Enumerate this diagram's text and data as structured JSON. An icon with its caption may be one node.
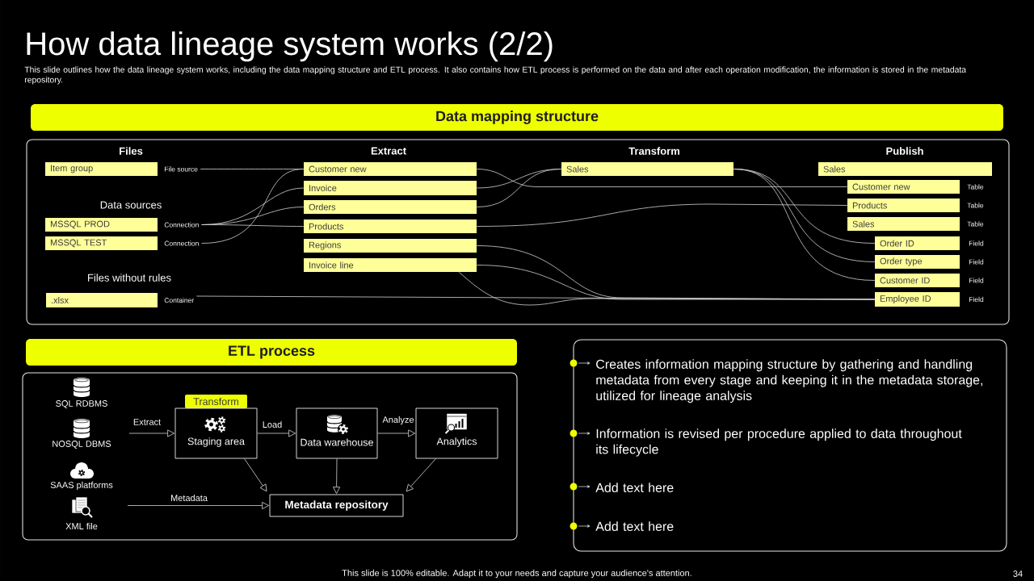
{
  "diagram": {
    "title": "How data lineage system works (2/2)",
    "nodes": [
      {
        "text": [
          "Data mapping structure"
        ]
      },
      {
        "text": [
          "Item group"
        ],
        "beside": [
          "File source"
        ],
        "in": 0
      },
      {
        "text": [
          "MSSQL PROD"
        ],
        "beside": [
          "Connection"
        ],
        "in": 0
      },
      {
        "text": [
          "MSSQL TEST"
        ],
        "beside": [
          "Connection"
        ],
        "in": 0
      },
      {
        "text": [
          ".xlsx"
        ],
        "beside": [
          "Container"
        ],
        "in": 0
      },
      {
        "text": [
          "Customer new"
        ],
        "in": 0
      },
      {
        "text": [
          "Invoice"
        ],
        "in": 0
      },
      {
        "text": [
          "Orders"
        ],
        "in": 0
      },
      {
        "text": [
          "Products"
        ],
        "in": 0
      },
      {
        "text": [
          "Regions"
        ],
        "in": 0
      },
      {
        "text": [
          "Invoice line"
        ],
        "in": 0
      },
      {
        "text": [
          "Sales"
        ],
        "in": 0
      },
      {
        "text": [
          "Sales"
        ],
        "in": 0
      },
      {
        "text": [
          "Customer new"
        ],
        "beside": [
          "Table"
        ],
        "in": 0
      },
      {
        "text": [
          "Products"
        ],
        "beside": [
          "Table"
        ],
        "in": 0
      },
      {
        "text": [
          "Sales"
        ],
        "beside": [
          "Table"
        ],
        "in": 0
      },
      {
        "text": [
          "Order ID"
        ],
        "beside": [
          "Field"
        ],
        "in": 0
      },
      {
        "text": [
          "Order type"
        ],
        "beside": [
          "Field"
        ],
        "in": 0
      },
      {
        "text": [
          "Customer ID"
        ],
        "beside": [
          "Field"
        ],
        "in": 0
      },
      {
        "text": [
          "Employee ID"
        ],
        "beside": [
          "Field"
        ],
        "in": 0
      },
      {
        "text": [
          "ETL process"
        ]
      },
      {
        "text": [
          "Transform"
        ],
        "in": 20
      },
      {
        "text": [
          "Staging area"
        ],
        "in": 20
      },
      {
        "text": [
          "Data warehouse"
        ],
        "in": 20
      },
      {
        "text": [
          "Analytics"
        ],
        "in": 20
      },
      {
        "text": [
          "Metadata repository"
        ],
        "in": 20
      }
    ],
    "edges": [
      {
        "from": 1,
        "to": 5,
        "arrow": "none"
      },
      {
        "from": 3,
        "to": 5,
        "arrow": "none"
      },
      {
        "from": 2,
        "to": 6,
        "arrow": "none"
      },
      {
        "from": 2,
        "to": 7,
        "arrow": "none"
      },
      {
        "from": 2,
        "to": 8,
        "arrow": "none"
      },
      {
        "from": 4,
        "to": 19,
        "arrow": "none"
      },
      {
        "from": 10,
        "to": 19,
        "arrow": "none"
      },
      {
        "from": 5,
        "to": 13,
        "arrow": "none"
      },
      {
        "from": 6,
        "to": 11,
        "arrow": "none"
      },
      {
        "from": 7,
        "to": 11,
        "arrow": "none"
      },
      {
        "from": 8,
        "to": 14,
        "arrow": "none"
      },
      {
        "from": 9,
        "to": 19,
        "arrow": "none"
      },
      {
        "from": 10,
        "to": 19,
        "arrow": "none"
      },
      {
        "from": 11,
        "to": 16,
        "arrow": "none"
      },
      {
        "from": 11,
        "to": 17,
        "arrow": "none"
      },
      {
        "from": 11,
        "to": 18,
        "arrow": "none"
      },
      {
        "from": null,
        "to": 22,
        "arrow": "to",
        "label": "Extract"
      },
      {
        "from": 22,
        "to": 23,
        "arrow": "to",
        "label": "Load"
      },
      {
        "from": 23,
        "to": 24,
        "arrow": "to",
        "label": "Analyze"
      },
      {
        "from": 22,
        "to": 25,
        "arrow": "to"
      },
      {
        "from": 23,
        "to": 25,
        "arrow": "to"
      },
      {
        "from": 24,
        "to": 25,
        "arrow": "to"
      },
      {
        "from": null,
        "to": 25,
        "arrow": "to",
        "label": "Metadata"
      }
    ],
    "labels": [
      "This slide outlines how the data lineage system works, including the data mapping structure and ETL process. It also contains how ETL process is performed on the data and after each operation modification, the information is stored in the metadata repository.",
      "Files",
      "Extract",
      "Transform",
      "Publish",
      "Data sources",
      "Files without rules",
      "SQL RDBMS",
      "NOSQL DBMS",
      "SAAS platforms",
      "XML file",
      "Creates information mapping structure by gathering and handling metadata from every stage and keeping it in the metadata storage, utilized for lineage analysis",
      "Information is revised per procedure applied to data throughout its lifecycle",
      "Add text here",
      "Add text here",
      "This slide is 100% editable. Adapt it to your needs and capture your audience's attention.",
      "34"
    ]
  }
}
